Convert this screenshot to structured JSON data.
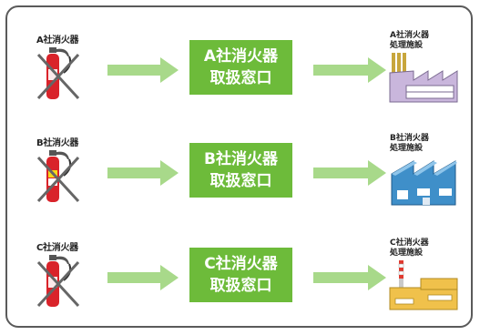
{
  "rows": [
    {
      "extinguisher_label": "A社消火器",
      "window_line1": "A社消火器",
      "window_line2": "取扱窓口",
      "facility_line1": "A社消火器",
      "facility_line2": "処理施設"
    },
    {
      "extinguisher_label": "B社消火器",
      "window_line1": "B社消火器",
      "window_line2": "取扱窓口",
      "facility_line1": "B社消火器",
      "facility_line2": "処理施設"
    },
    {
      "extinguisher_label": "C社消火器",
      "window_line1": "C社消火器",
      "window_line2": "取扱窓口",
      "facility_line1": "C社消火器",
      "facility_line2": "処理施設"
    }
  ],
  "colors": {
    "window_box": "#6dbb3a",
    "arrow": "#a8d98a",
    "extinguisher": "#d9232a",
    "cross": "#666666",
    "factory_a": "#c9b6dc",
    "factory_b": "#3f8fc9",
    "factory_c": "#f0c14b"
  },
  "icons": {
    "extinguisher": "crossed-out-fire-extinguisher-icon",
    "arrow": "right-arrow-icon",
    "factory": "factory-icon"
  }
}
